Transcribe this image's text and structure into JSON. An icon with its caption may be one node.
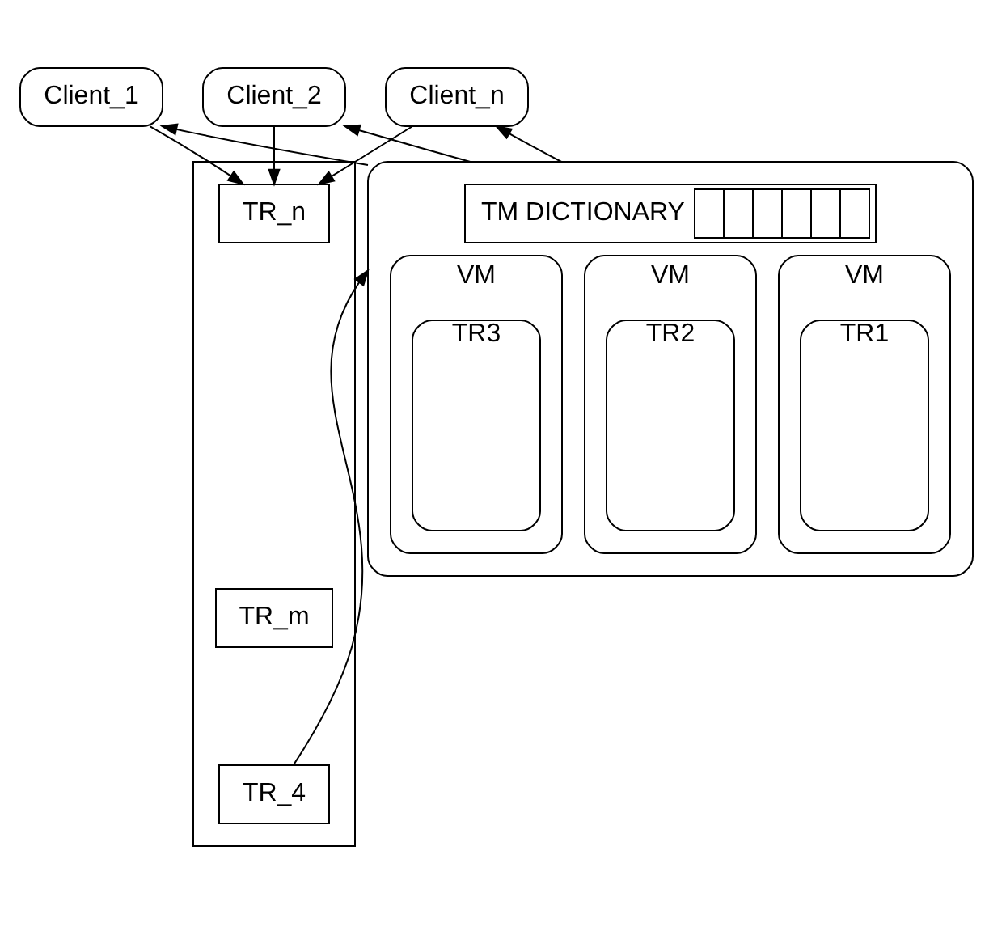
{
  "diagram": {
    "nodes": [
      {
        "text": [
          "Client_1"
        ]
      },
      {
        "text": [
          "Client_2"
        ]
      },
      {
        "text": [
          "Client_n"
        ]
      },
      {
        "text": [],
        "shape": "box"
      },
      {
        "text": [
          "TR_n"
        ],
        "in": 3
      },
      {
        "text": [
          "TR_m"
        ],
        "in": 3
      },
      {
        "text": [
          "TR_4"
        ],
        "in": 3
      },
      {
        "text": [],
        "shape": "box"
      },
      {
        "text": [
          "TM DICTIONARY"
        ],
        "in": 7
      },
      {
        "text": [
          "VM"
        ],
        "in": 7
      },
      {
        "text": [
          "TR3"
        ],
        "in": 9
      },
      {
        "text": [
          "VM"
        ],
        "in": 7
      },
      {
        "text": [
          "TR2"
        ],
        "in": 11
      },
      {
        "text": [
          "VM"
        ],
        "in": 7
      },
      {
        "text": [
          "TR1"
        ],
        "in": 13
      }
    ],
    "edges": [
      {
        "from": 7,
        "to": 0,
        "arrow": "to"
      },
      {
        "from": 7,
        "to": 1,
        "arrow": "to"
      },
      {
        "from": 7,
        "to": 2,
        "arrow": "to"
      },
      {
        "from": 0,
        "to": 4,
        "arrow": "to"
      },
      {
        "from": 1,
        "to": 4,
        "arrow": "to"
      },
      {
        "from": 2,
        "to": 4,
        "arrow": "to"
      },
      {
        "from": 6,
        "to": 7,
        "arrow": "to"
      }
    ]
  }
}
